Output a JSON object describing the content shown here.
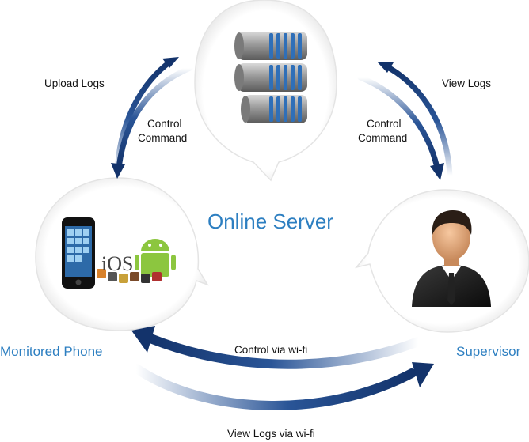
{
  "title": "Online Server",
  "nodes": {
    "phone": "Monitored Phone",
    "supervisor": "Supervisor"
  },
  "arrows": {
    "upload_logs": "Upload Logs",
    "control_command_left_line1": "Control",
    "control_command_left_line2": "Command",
    "control_command_right_line1": "Control",
    "control_command_right_line2": "Command",
    "view_logs": "View Logs",
    "control_wifi": "Control via wi-fi",
    "view_logs_wifi": "View Logs via wi-fi"
  },
  "phone_badge": "iOS",
  "colors": {
    "accent": "#2d7fc1",
    "arrow": "#1b3f78",
    "bubble_edge": "#e8e8e8"
  }
}
